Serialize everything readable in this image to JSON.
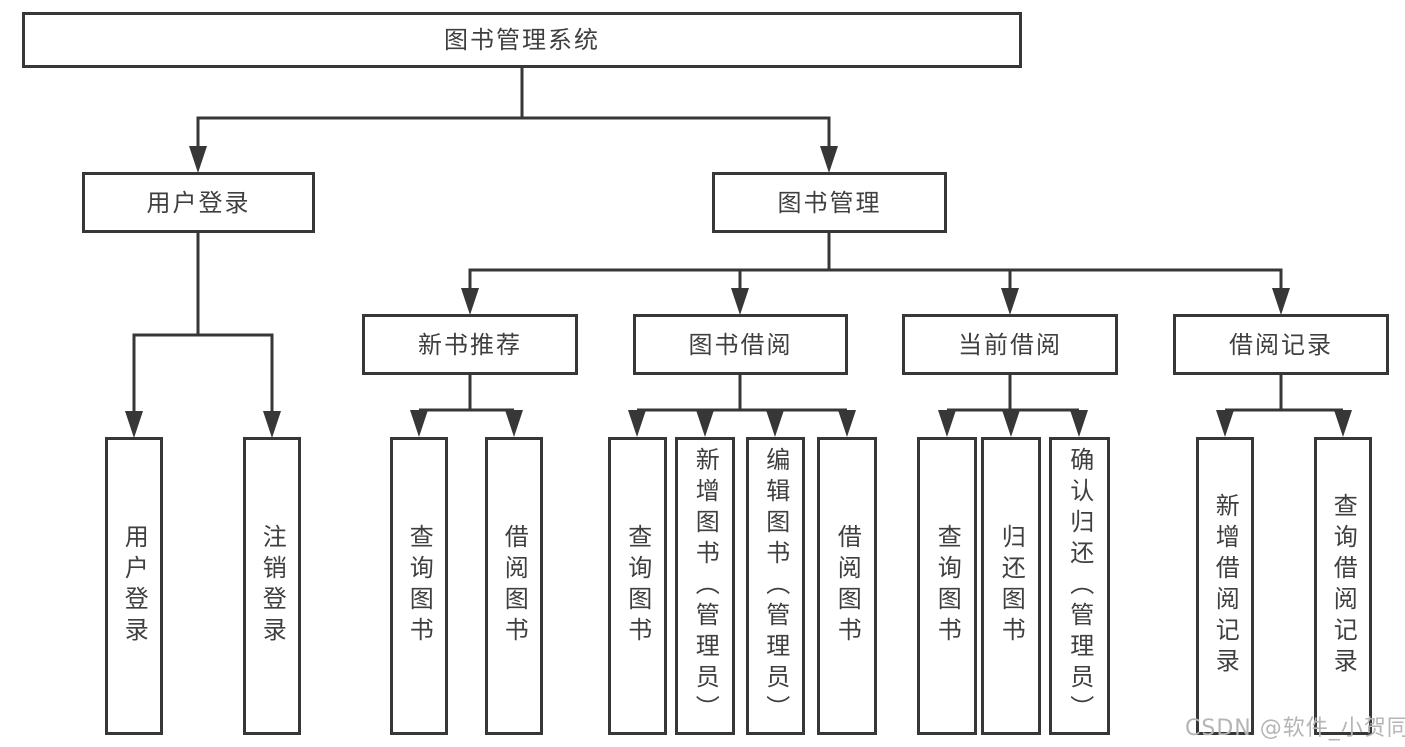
{
  "diagram": {
    "type": "hierarchy-tree",
    "title": "图书管理系统",
    "colors": {
      "line": "#373737",
      "box_border": "#373737",
      "box_fill": "#ffffff",
      "text": "#3f3f3f",
      "watermark": "#b5b5b5",
      "background": "#ffffff"
    }
  },
  "tree": {
    "label": "图书管理系统",
    "children": [
      {
        "label": "用户登录",
        "children": [
          {
            "label": "用户登录"
          },
          {
            "label": "注销登录"
          }
        ]
      },
      {
        "label": "图书管理",
        "children": [
          {
            "label": "新书推荐",
            "children": [
              {
                "label": "查询图书"
              },
              {
                "label": "借阅图书"
              }
            ]
          },
          {
            "label": "图书借阅",
            "children": [
              {
                "label": "查询图书"
              },
              {
                "label": "新增图书（管理员）"
              },
              {
                "label": "编辑图书（管理员）"
              },
              {
                "label": "借阅图书"
              }
            ]
          },
          {
            "label": "当前借阅",
            "children": [
              {
                "label": "查询图书"
              },
              {
                "label": "归还图书"
              },
              {
                "label": "确认归还（管理员）"
              }
            ]
          },
          {
            "label": "借阅记录",
            "children": [
              {
                "label": "新增借阅记录"
              },
              {
                "label": "查询借阅记录"
              }
            ]
          }
        ]
      }
    ]
  },
  "watermark": {
    "text": "CSDN @软件_小贺同学"
  }
}
